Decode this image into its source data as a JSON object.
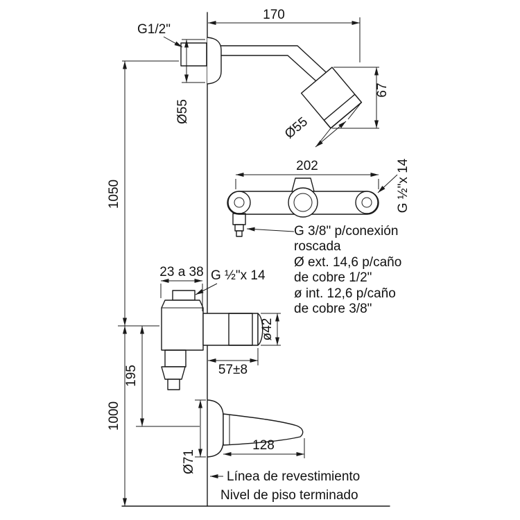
{
  "colors": {
    "ink": "#1a1a1a",
    "background": "#ffffff"
  },
  "labels": {
    "dim170": "170",
    "threadTop": "G1/2\"",
    "dia55esc": "Ø55",
    "dim67": "67",
    "dia55head": "Ø55",
    "dim1050": "1050",
    "dim202": "202",
    "threadRight": "G ½\"x 14",
    "note1": "G 3/8\" p/conexión",
    "note2": "roscada",
    "note3": "Ø ext. 14,6 p/caño",
    "note4": "de cobre 1/2\"",
    "note5": "ø int. 12,6 p/caño",
    "note6": "de cobre 3/8\"",
    "dim23a38": "23 a 38",
    "threadValve": "G ½\"x 14",
    "dia42": "ø42",
    "dim57": "57±8",
    "dim195": "195",
    "dim1000": "1000",
    "dim128": "128",
    "dia71": "Ø71",
    "finishLine": "Línea de revestimiento",
    "floorLine": "Nivel de piso terminado"
  }
}
